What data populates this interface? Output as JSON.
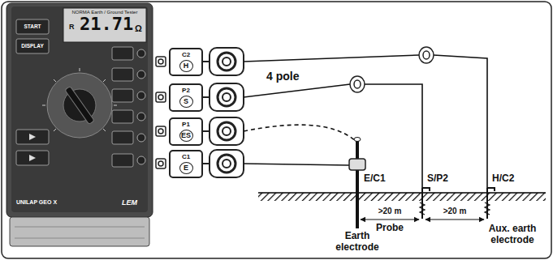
{
  "diagram": {
    "nodes": [
      {
        "text": [
          "C2",
          "H"
        ]
      },
      {
        "text": [
          "P2",
          "S"
        ]
      },
      {
        "text": [
          "P1",
          "ES"
        ]
      },
      {
        "text": [
          "C1",
          "E"
        ]
      }
    ],
    "labels": [
      "NORMA Earth / Ground Tester",
      "R",
      "21.71",
      "Ω",
      "START",
      "DISPLAY",
      "UNILAP GEO X",
      "LEM",
      "4 pole",
      "E/C1",
      "S/P2",
      "H/C2",
      ">20 m",
      ">20 m",
      "Earth electrode",
      "Probe",
      "Aux. earth electrode"
    ]
  }
}
